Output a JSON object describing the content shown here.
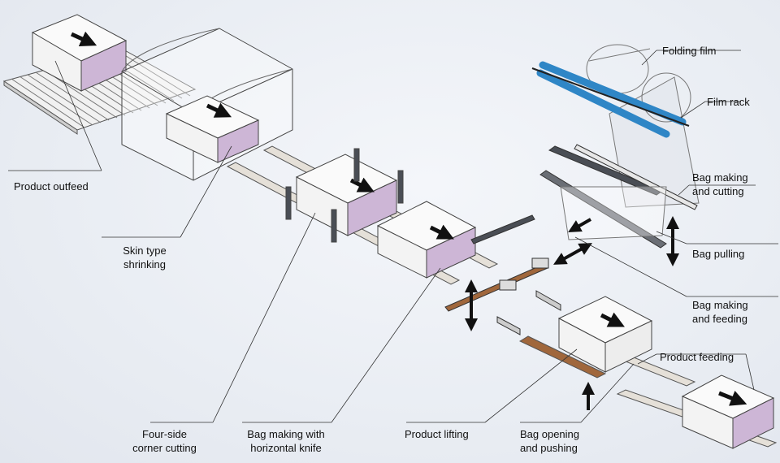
{
  "labels": {
    "folding_film": "Folding film",
    "film_rack": "Film rack",
    "bag_making_cutting_1": "Bag making",
    "bag_making_cutting_2": "and cutting",
    "bag_pulling": "Bag pulling",
    "bag_making_feeding_1": "Bag making",
    "bag_making_feeding_2": "and feeding",
    "product_feeding": "Product feeding",
    "product_outfeed": "Product outfeed",
    "skin_type_shrinking_1": "Skin type",
    "skin_type_shrinking_2": "shrinking",
    "four_side_1": "Four-side",
    "four_side_2": "corner cutting",
    "bag_making_knife_1": "Bag making with",
    "bag_making_knife_2": "horizontal knife",
    "product_lifting": "Product lifting",
    "bag_opening_1": "Bag opening",
    "bag_opening_2": "and pushing"
  },
  "colors": {
    "roller": "#2f86c6",
    "box_side": "#cdb6d6",
    "box_top": "#fafafa",
    "line": "#333333",
    "pusher": "#a0673c",
    "bar_dark": "#4a4e55"
  }
}
